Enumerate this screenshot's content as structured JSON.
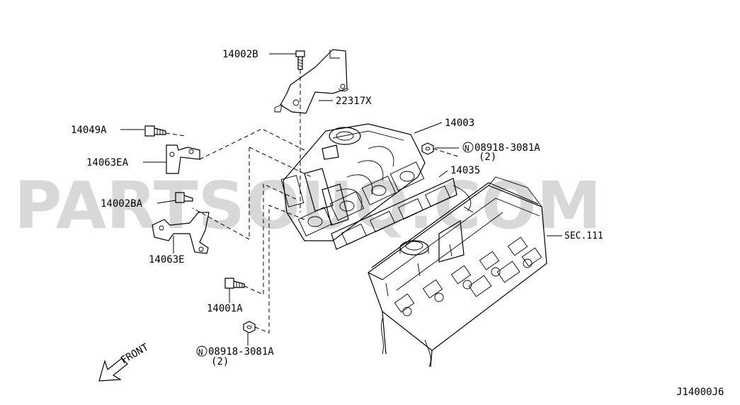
{
  "watermark": "PARTSOUQ.COM",
  "diagram_code": "J14000J6",
  "front_label": "FRONT",
  "callouts": {
    "c14002B": "14002B",
    "c22317X": "22317X",
    "c14049A": "14049A",
    "c14063EA": "14063EA",
    "c14002BA": "14002BA",
    "c14063E": "14063E",
    "c14001A": "14001A",
    "c14003": "14003",
    "c14035": "14035",
    "sec111": "SEC.111",
    "nut_top": "08918-3081A",
    "nut_top_qty": "(2)",
    "nut_bottom": "08918-3081A",
    "nut_bottom_qty": "(2)",
    "n_mark": "N"
  }
}
